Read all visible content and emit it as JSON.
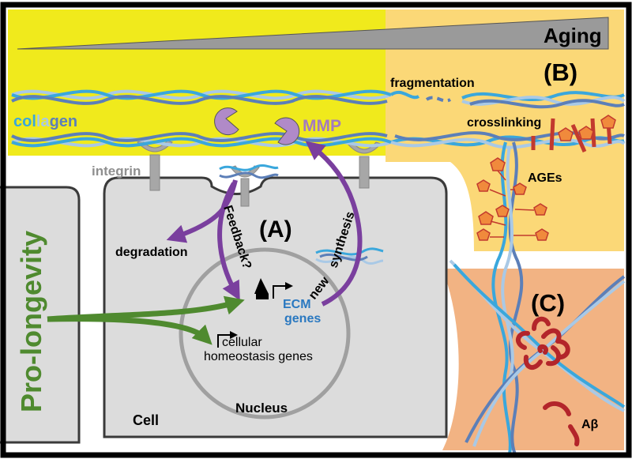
{
  "labels": {
    "aging": "Aging",
    "panel_a": "(A)",
    "panel_b": "(B)",
    "panel_c": "(C)",
    "collagen_parts": [
      "col",
      "la",
      "gen"
    ],
    "mmp": "MMP",
    "integrin": "integrin",
    "fragmentation": "fragmentation",
    "crosslinking": "crosslinking",
    "ages": "AGEs",
    "degradation": "degradation",
    "feedback": "Feedback?",
    "new": "new",
    "synthesis": "synthesis",
    "ecm": "ECM",
    "genes": "genes",
    "cellular": "cellular",
    "homeostasis": "homeostasis genes",
    "pro_longevity": "Pro-longevity",
    "cell": "Cell",
    "nucleus": "Nucleus",
    "abeta": "Aβ"
  },
  "colors": {
    "yellow_bg": "#f0ea1c",
    "panel_b_bg": "#fbd877",
    "panel_c_bg": "#f2b383",
    "cell_gray": "#dcdcdc",
    "collagen_light": "#a9c9e6",
    "collagen_mid": "#3aa7dc",
    "collagen_dark": "#5c7fb8",
    "mmp_purple": "#b08ac8",
    "arrow_purple": "#7a3f9e",
    "green": "#4f8a2f",
    "age_orange": "#f08a3c",
    "crosslink_red": "#c23a2e",
    "abeta_red": "#b3252a",
    "ecm_blue": "#2a78c0"
  }
}
